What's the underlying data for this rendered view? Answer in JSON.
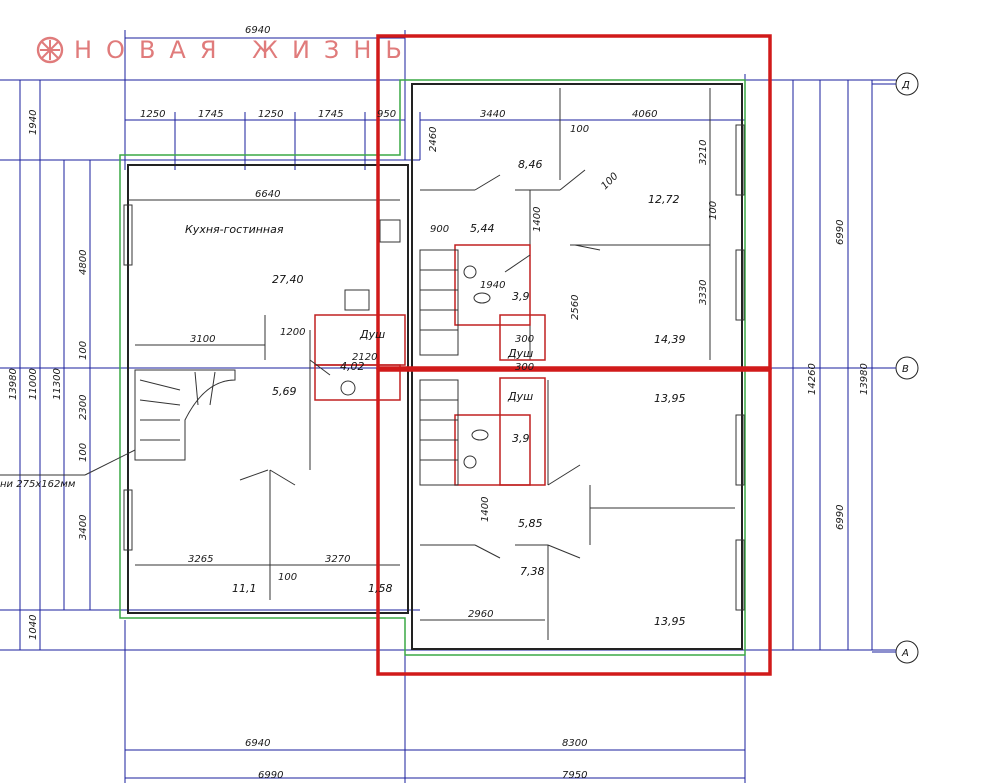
{
  "brand": {
    "name": "НОВАЯ ЖИЗНЬ",
    "color": "#e07b7b"
  },
  "colors": {
    "dimension": "#1a1f9e",
    "outline_green": "#3aa845",
    "highlight_red": "#d11a1a",
    "walls": "#222222"
  },
  "dimensions_top": [
    "6940",
    "1250",
    "1745",
    "1250",
    "1745",
    "950",
    "3440",
    "4060",
    "6640",
    "3100",
    "1200",
    "2120",
    "3265",
    "3270",
    "2960",
    "1940",
    "900",
    "300",
    "300"
  ],
  "dimensions_bottom": [
    "6940",
    "8300",
    "6990",
    "7950"
  ],
  "dimensions_left": [
    "1940",
    "13980",
    "11000",
    "11300",
    "4800",
    "100",
    "2300",
    "100",
    "3400",
    "1040"
  ],
  "dimensions_right": [
    "6990",
    "14260",
    "13980",
    "6990",
    "3210",
    "3330",
    "2460",
    "2560",
    "1400",
    "1400",
    "100",
    "100",
    "100",
    "100"
  ],
  "axes": [
    "Д",
    "В",
    "А"
  ],
  "rooms": {
    "kitchen_label": "Кухня-гостинная",
    "kitchen_area": "27,40",
    "hall_area": "5,69",
    "shower_top_area": "4,02",
    "shower_top_label": "Душ",
    "bottom_left_area": "11,1",
    "bottom_small_area": "1,58",
    "room_8": "8,46",
    "room_12": "12,72",
    "corridor_5": "5,44",
    "bath_top": "3,9",
    "room_14": "14,39",
    "shower_mid_label": "Душ",
    "shower_low_label": "Душ",
    "room_13_top": "13,95",
    "bath_low": "3,9",
    "hall_low": "5,85",
    "room_7": "7,38",
    "room_13_bottom": "13,95"
  },
  "note": "ни 275х162мм"
}
